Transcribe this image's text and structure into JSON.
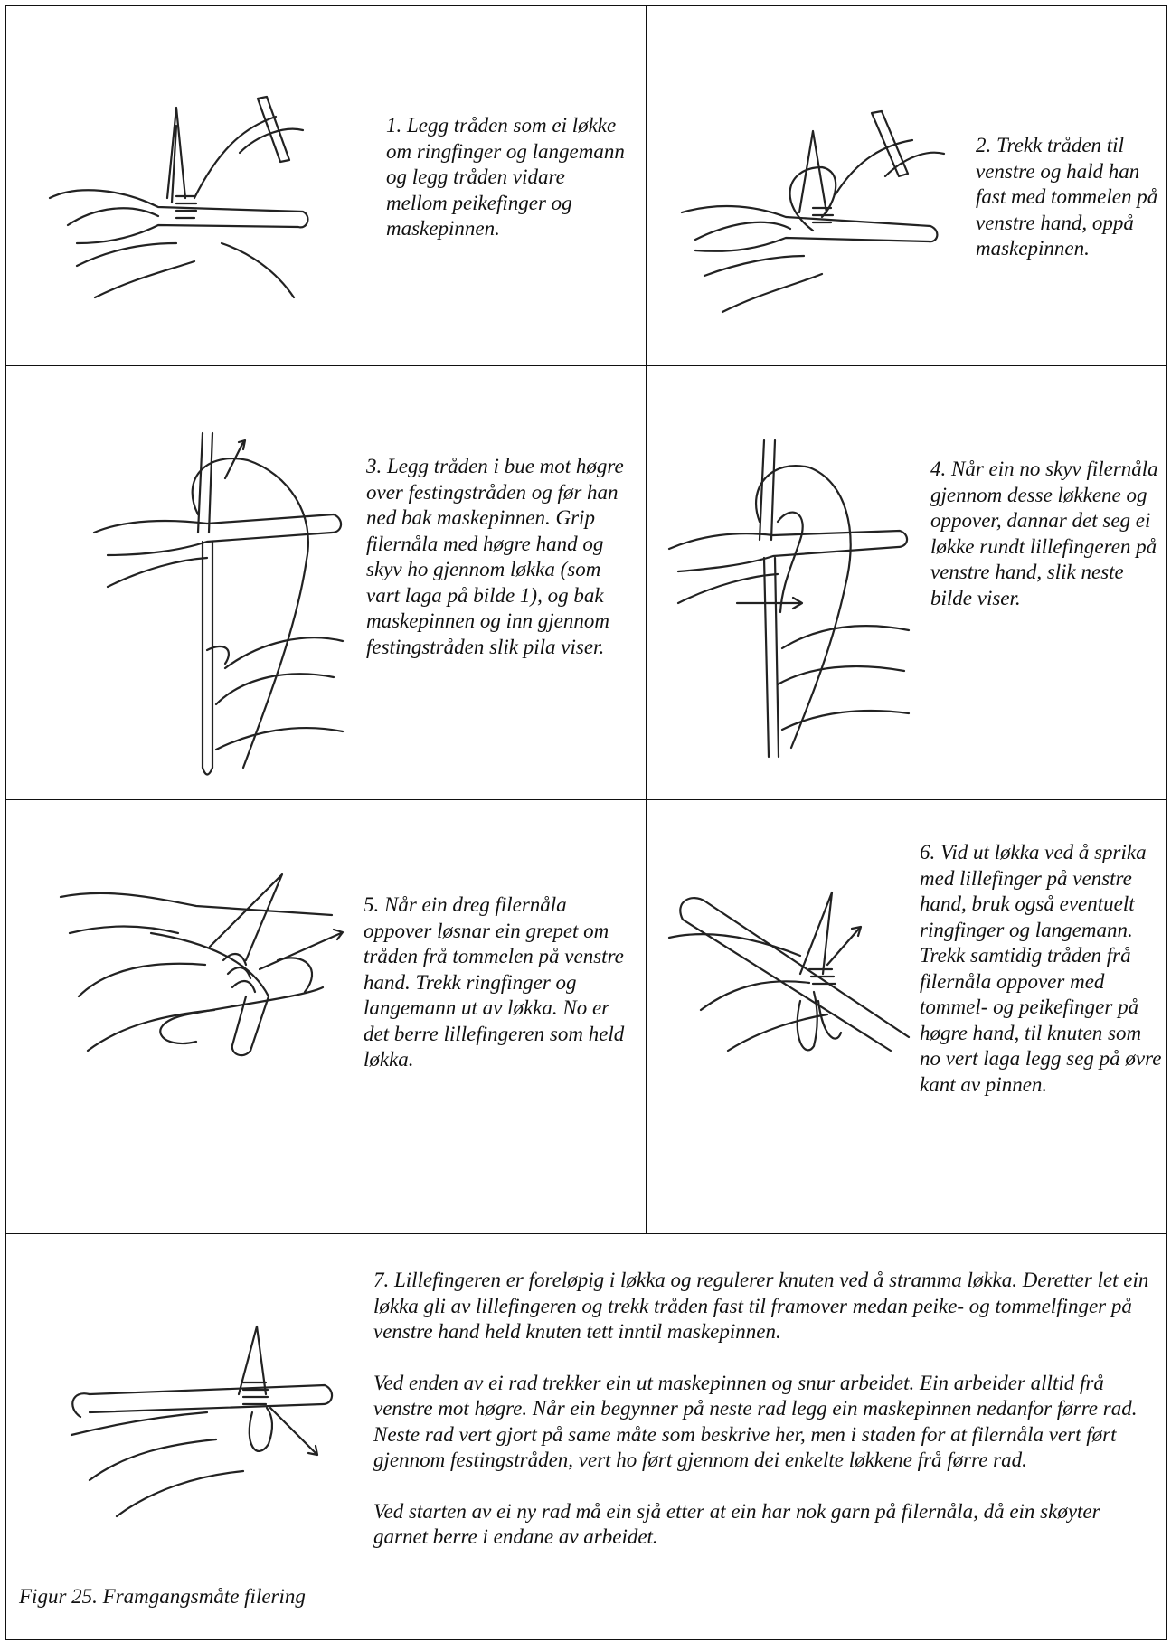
{
  "steps": [
    "1. Legg tråden som ei løkke om ringfinger og langemann og legg tråden vidare mellom peikefinger og maskepinnen.",
    "2. Trekk tråden til venstre og hald han fast med tommelen på venstre hand, oppå maskepinnen.",
    "3. Legg tråden i bue mot høgre over festingstråden og før han ned bak maskepinnen. Grip filernåla med høgre hand og skyv ho gjennom løkka (som vart laga på bilde 1), og bak maskepinnen og inn gjennom festingstråden slik pila viser.",
    "4. Når ein no skyv filernåla gjennom desse løkkene og oppover, dannar det seg ei løkke rundt lillefingeren på venstre hand, slik neste bilde viser.",
    "5. Når ein dreg filernåla oppover løsnar ein grepet om tråden frå tommelen på venstre hand. Trekk ringfinger og langemann ut av løkka. No er det berre lillefingeren som held løkka.",
    "6. Vid ut løkka ved å sprika med lillefinger på venstre hand, bruk også eventuelt ringfinger og langemann. Trekk samtidig tråden frå filernåla oppover med tommel- og peikefinger på høgre hand, til knuten som no vert laga legg seg på øvre kant av pinnen."
  ],
  "step7": {
    "paragraphs": [
      "7. Lillefingeren er foreløpig i løkka og regulerer knuten ved å stramma løkka. Deretter let ein løkka gli av lillefingeren og trekk tråden fast til framover medan peike-  og tommelfinger på venstre hand held knuten tett inntil maskepinnen.",
      "Ved enden av ei rad trekker ein ut maskepinnen og snur arbeidet. Ein arbeider alltid frå venstre mot høgre. Når ein begynner på neste rad legg ein maskepinnen nedanfor førre rad. Neste rad vert gjort på same måte som beskrive her, men i staden for at filernåla vert ført gjennom festingstråden, vert ho ført gjennom dei enkelte løkkene frå førre rad.",
      "Ved starten av ei ny rad må ein sjå etter at ein har nok garn på filernåla, då ein skøyter garnet berre i endane av arbeidet."
    ]
  },
  "caption": "Figur 25. Framgangsmåte filering",
  "illustrations": [
    "hand-illustration-1",
    "hand-illustration-2",
    "hand-illustration-3",
    "hand-illustration-4",
    "hand-illustration-5",
    "hand-illustration-6",
    "hand-illustration-7"
  ]
}
